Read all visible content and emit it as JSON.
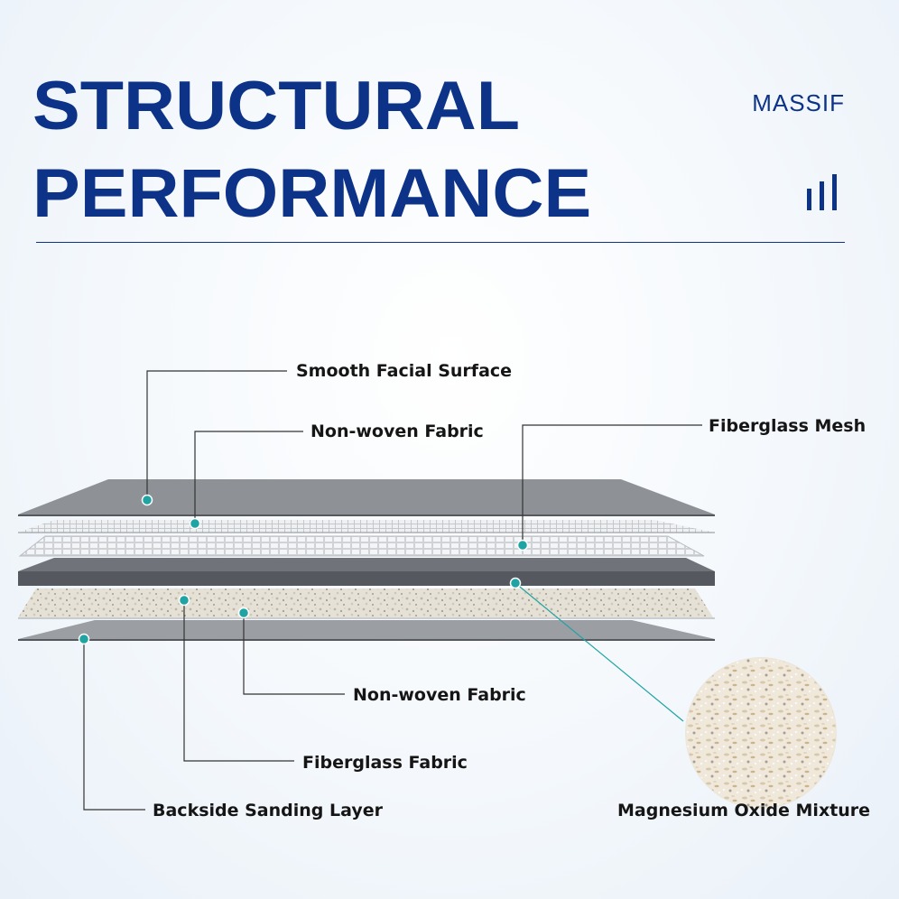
{
  "header": {
    "title_line1": "STRUCTURAL",
    "title_line2": "PERFORMANCE",
    "brand": "MASSIF",
    "accent_color": "#0d3388",
    "icon": "signal-bars-icon"
  },
  "diagram": {
    "callout_color": "#1fa3a3",
    "labels": {
      "smooth_facial_surface": "Smooth Facial Surface",
      "non_woven_fabric_top": "Non-woven Fabric",
      "fiberglass_mesh": "Fiberglass Mesh",
      "non_woven_fabric_bottom": "Non-woven Fabric",
      "fiberglass_fabric": "Fiberglass Fabric",
      "backside_sanding_layer": "Backside Sanding Layer",
      "magnesium_oxide_mixture": "Magnesium Oxide Mixture"
    }
  }
}
